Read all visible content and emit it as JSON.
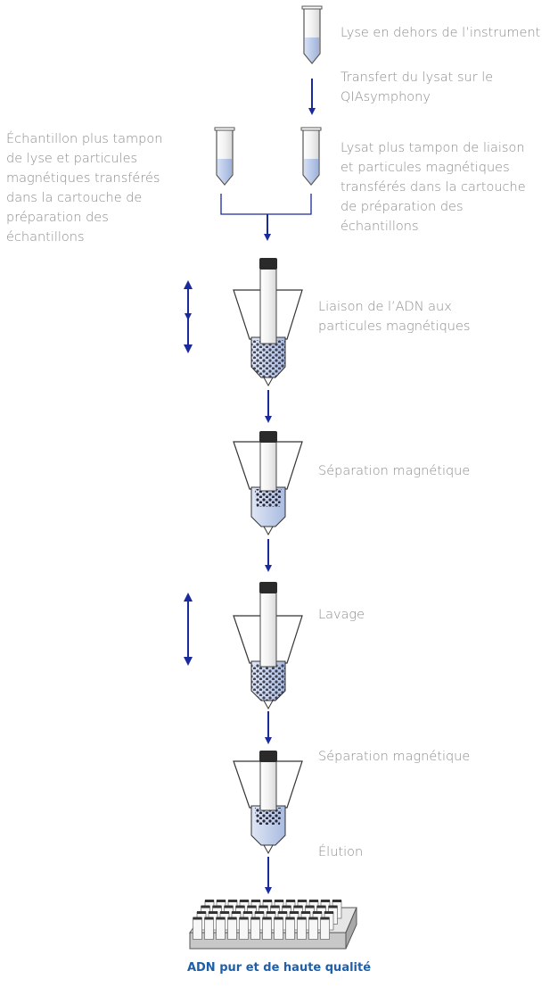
{
  "labels": {
    "lysis_outside": "Lyse en dehors de l’instrument",
    "transfer_lysate": "Transfert du lysat sur le\nQIAsymphony",
    "sample_plus_buffer": "Échantillon plus tampon\nde lyse et particules\nmagnétiques transférés\ndans la cartouche de\npréparation des\néchantillons",
    "lysate_plus_binding": "Lysat plus tampon de liaison\net particules magnétiques\ntransférés dans la cartouche\nde préparation des\néchantillons",
    "binding": "Liaison de l’ADN aux\nparticules magnétiques",
    "magnetic_sep_1": "Séparation magnétique",
    "washing": "Lavage",
    "magnetic_sep_2": "Séparation magnétique",
    "elution": "Élution",
    "final": "ADN pur et de haute qualité"
  },
  "colors": {
    "arrow": "#1a2a9c",
    "text": "#8c8c8c",
    "accent": "#1f5fa8",
    "liquid": "#b8c6e6"
  }
}
